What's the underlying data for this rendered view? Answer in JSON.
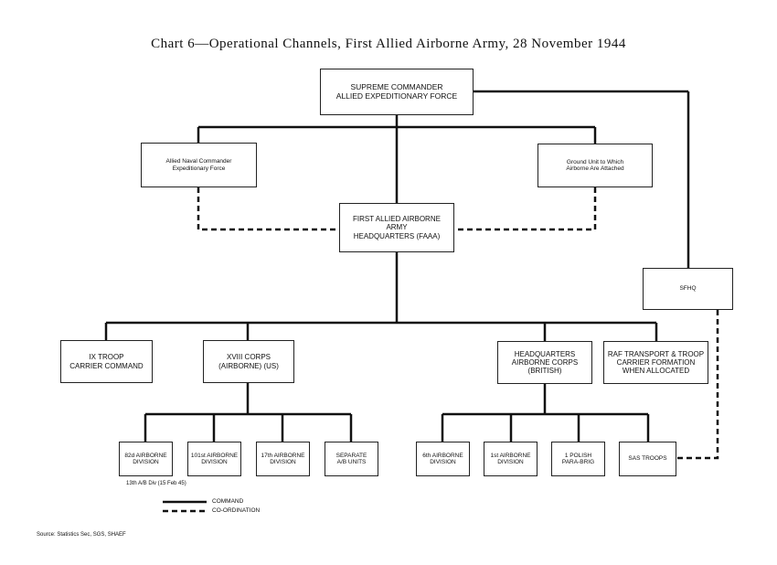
{
  "title": "Chart 6—Operational Channels, First Allied Airborne Army, 28 November 1944",
  "boxes": {
    "supreme": "SUPREME COMMANDER\nALLIED EXPEDITIONARY FORCE",
    "naval": "Allied Naval Commander\nExpeditionary Force",
    "ground": "Ground Unit to Which\nAirborne Are Attached",
    "faaa": "FIRST ALLIED AIRBORNE ARMY\nHEADQUARTERS (FAAA)",
    "sfhq": "SFHQ",
    "ix_troop": "IX TROOP\nCARRIER COMMAND",
    "xviii": "XVIII CORPS\n(AIRBORNE) (US)",
    "hq_british": "HEADQUARTERS\nAIRBORNE CORPS\n(BRITISH)",
    "raf": "RAF TRANSPORT & TROOP\nCARRIER FORMATION\nWHEN ALLOCATED",
    "d82": "82d AIRBORNE\nDIVISION",
    "d101": "101st AIRBORNE\nDIVISION",
    "d17": "17th AIRBORNE\nDIVISION",
    "separate": "SEPARATE\nA/B UNITS",
    "d6": "6th AIRBORNE\nDIVISION",
    "d1": "1st AIRBORNE\nDIVISION",
    "polish": "1 POLISH\nPARA-BRIG",
    "sas": "SAS TROOPS"
  },
  "note_13th": "13th A/B Div (15 Feb 45)",
  "legend": {
    "command": "COMMAND",
    "coordination": "CO-ORDINATION"
  },
  "source": "Source: Statistics Sec, SGS, SHAEF"
}
